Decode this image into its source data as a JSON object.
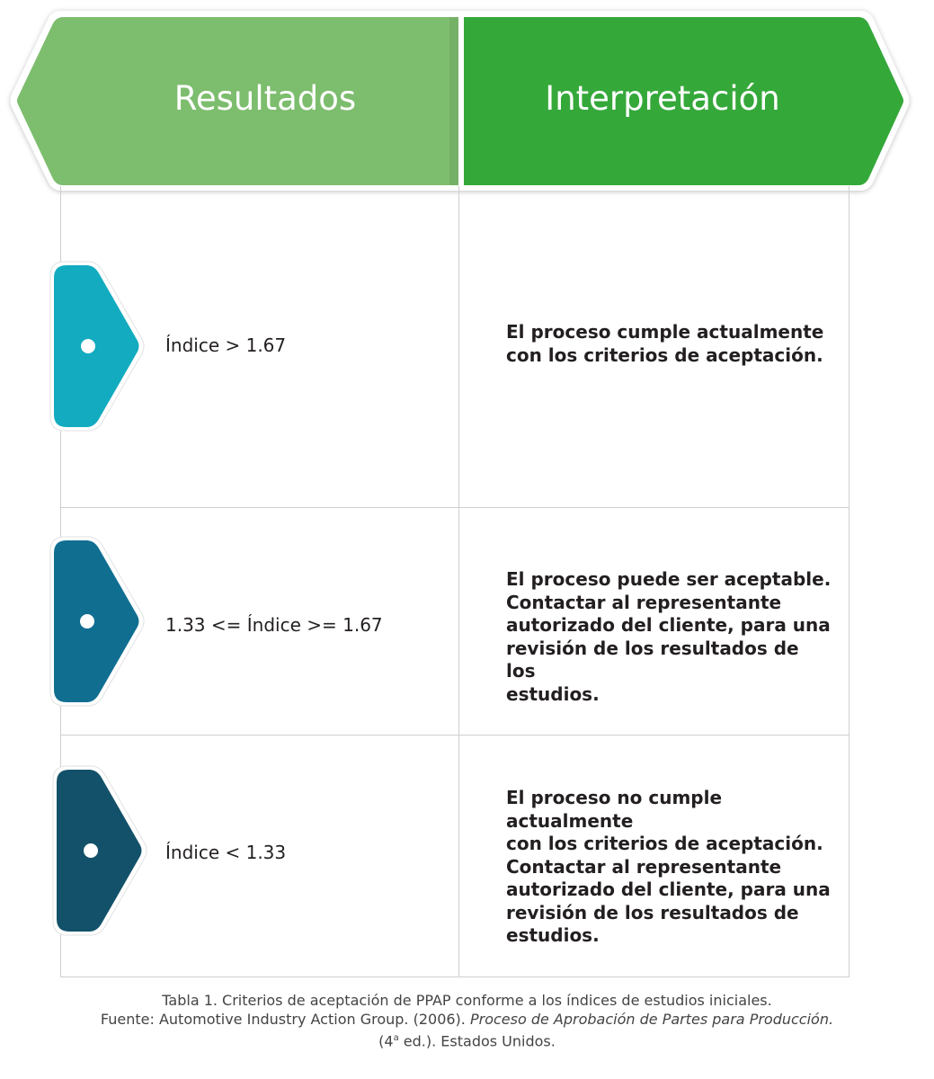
{
  "header": {
    "left_label": "Resultados",
    "right_label": "Interpretación"
  },
  "colors": {
    "header_left": "#7dbd6e",
    "header_right": "#35a83a",
    "marker_1": "#12abbf",
    "marker_2": "#106f91",
    "marker_3": "#125169",
    "grid": "#cfcfcf"
  },
  "rows": [
    {
      "result": "Índice > 1.67",
      "interpretation": "El proceso cumple actualmente\ncon los criterios de aceptación."
    },
    {
      "result": "1.33 <= Índice >= 1.67",
      "interpretation": "El proceso puede ser aceptable.\nContactar al representante\nautorizado del cliente, para una\nrevisión de los resultados de los\nestudios."
    },
    {
      "result": "Índice < 1.33",
      "interpretation": "El proceso no cumple actualmente\ncon los criterios de aceptación.\nContactar al representante\nautorizado del cliente, para una\nrevisión de los resultados de\nestudios."
    }
  ],
  "caption": {
    "line1": "Tabla 1. Criterios de aceptación de PPAP conforme a los índices de estudios iniciales.",
    "line2_prefix": "Fuente: Automotive Industry Action Group. (2006). ",
    "line2_italic": "Proceso de Aprobación de Partes para Producción.",
    "line3_prefix": "(4",
    "line3_sup": "a",
    "line3_suffix": " ed.). Estados Unidos."
  }
}
